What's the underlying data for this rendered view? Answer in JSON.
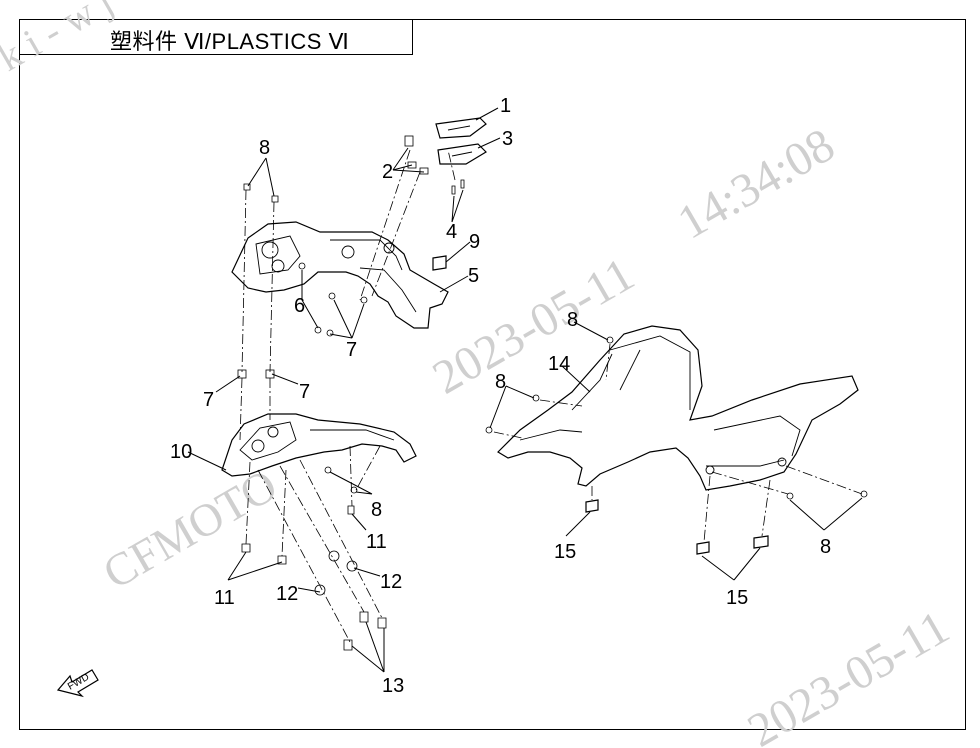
{
  "title": "塑料件 Ⅵ/PLASTICS Ⅵ",
  "watermarks": {
    "corner": "k i - w j",
    "time": "14:34:08",
    "date": "2023-05-11",
    "brand": "CFMOTO",
    "date_bottom": "2023-05-11"
  },
  "fwd_label": "FWD",
  "callouts": [
    "1",
    "2",
    "3",
    "4",
    "5",
    "6",
    "7",
    "7",
    "7",
    "8",
    "8",
    "8",
    "8",
    "9",
    "10",
    "11",
    "11",
    "12",
    "12",
    "13",
    "14",
    "15",
    "15"
  ]
}
